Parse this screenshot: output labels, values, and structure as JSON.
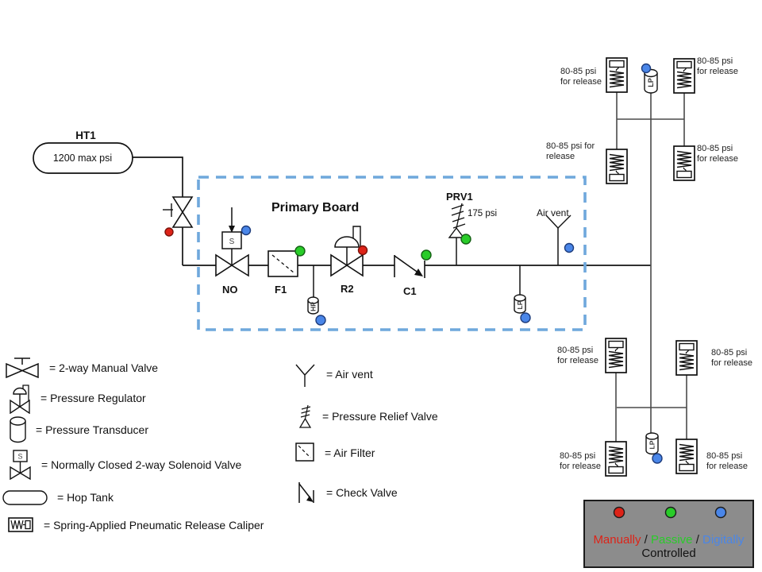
{
  "colors": {
    "manual_red": "#dd2318",
    "passive_green": "#29cc29",
    "digital_blue": "#4a86e8",
    "board_border": "#6fa8dc",
    "panel_bg": "#8c8c8c"
  },
  "diagram": {
    "tank": {
      "name": "HT1",
      "spec": "1200 max psi"
    },
    "board": {
      "title": "Primary Board",
      "solenoid_label": "NO",
      "solenoid_letter": "S",
      "filter_label": "F1",
      "regulator_label": "R2",
      "check_label": "C1",
      "relief_label": "PRV1",
      "relief_setting": "175 psi",
      "vent_label": "Air vent",
      "hp_transducer": "HP",
      "lp_transducer": "LP"
    },
    "network": {
      "lp_top": "LP",
      "lp_bottom": "LP",
      "caliper_labels": [
        {
          "l1": "80-85 psi",
          "l2": "for release"
        },
        {
          "l1": "80-85 psi",
          "l2": "for release"
        },
        {
          "l1": "80-85 psi for",
          "l2": "release"
        },
        {
          "l1": "80-85 psi",
          "l2": "for release"
        },
        {
          "l1": "80-85 psi",
          "l2": "for release"
        },
        {
          "l1": "80-85 psi",
          "l2": "for release"
        },
        {
          "l1": "80-85 psi",
          "l2": "for release"
        },
        {
          "l1": "80-85 psi",
          "l2": "for release"
        }
      ]
    }
  },
  "legend": {
    "solenoid_letter": "S",
    "left": [
      {
        "icon": "manual-valve-icon",
        "label": "= 2-way Manual Valve"
      },
      {
        "icon": "pressure-regulator-icon",
        "label": "= Pressure Regulator"
      },
      {
        "icon": "pressure-transducer-icon",
        "label": "= Pressure Transducer"
      },
      {
        "icon": "solenoid-valve-icon",
        "label": "= Normally Closed 2-way Solenoid Valve"
      },
      {
        "icon": "hop-tank-icon",
        "label": "= Hop Tank"
      },
      {
        "icon": "caliper-icon",
        "label": "= Spring-Applied Pneumatic Release Caliper"
      }
    ],
    "right": [
      {
        "icon": "air-vent-icon",
        "label": "= Air vent"
      },
      {
        "icon": "pressure-relief-valve-icon",
        "label": "= Pressure Relief Valve"
      },
      {
        "icon": "air-filter-icon",
        "label": "= Air Filter"
      },
      {
        "icon": "check-valve-icon",
        "label": "= Check Valve"
      }
    ]
  },
  "panel": {
    "manually": "Manually",
    "sep1": "/",
    "passive": "Passive",
    "sep2": "/",
    "digitally": "Digitally",
    "controlled": "Controlled"
  }
}
